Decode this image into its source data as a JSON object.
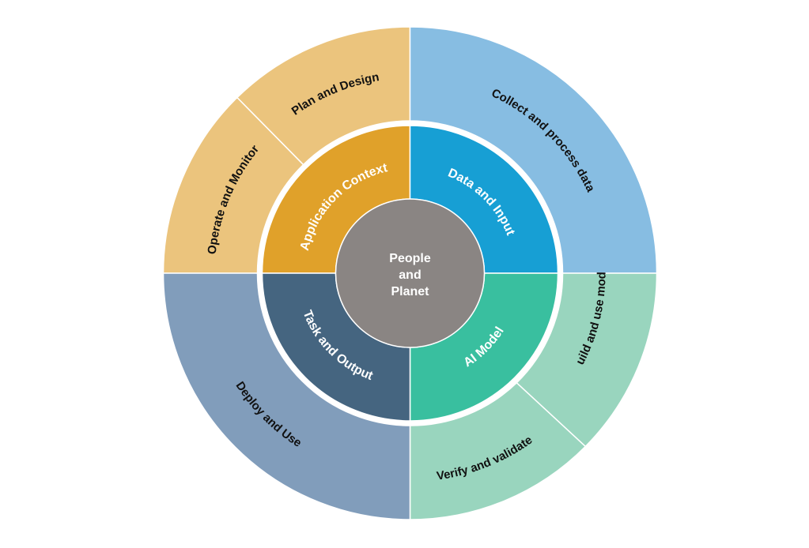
{
  "center": {
    "lines": [
      "People",
      "and",
      "Planet"
    ],
    "color": "#8a8583"
  },
  "inner_ring": [
    {
      "key": "application",
      "label": "Application Context",
      "color": "#e0a12a"
    },
    {
      "key": "data",
      "label": "Data and Input",
      "color": "#179fd4"
    },
    {
      "key": "model",
      "label": "AI Model",
      "color": "#39bf9f"
    },
    {
      "key": "task",
      "label": "Task and Output",
      "color": "#456580"
    }
  ],
  "outer_ring": [
    {
      "key": "operate",
      "label": "Operate and Monitor",
      "color": "#ebc47d"
    },
    {
      "key": "plan",
      "label": "Plan and Design",
      "color": "#ebc47d"
    },
    {
      "key": "collect",
      "label": "Collect and process data",
      "color": "#87bde2"
    },
    {
      "key": "build",
      "label": "Build and use model",
      "color": "#99d5be"
    },
    {
      "key": "verify",
      "label": "Verify and validate",
      "color": "#99d5be"
    },
    {
      "key": "deploy",
      "label": "Deploy and Use",
      "color": "#819dbb"
    }
  ]
}
